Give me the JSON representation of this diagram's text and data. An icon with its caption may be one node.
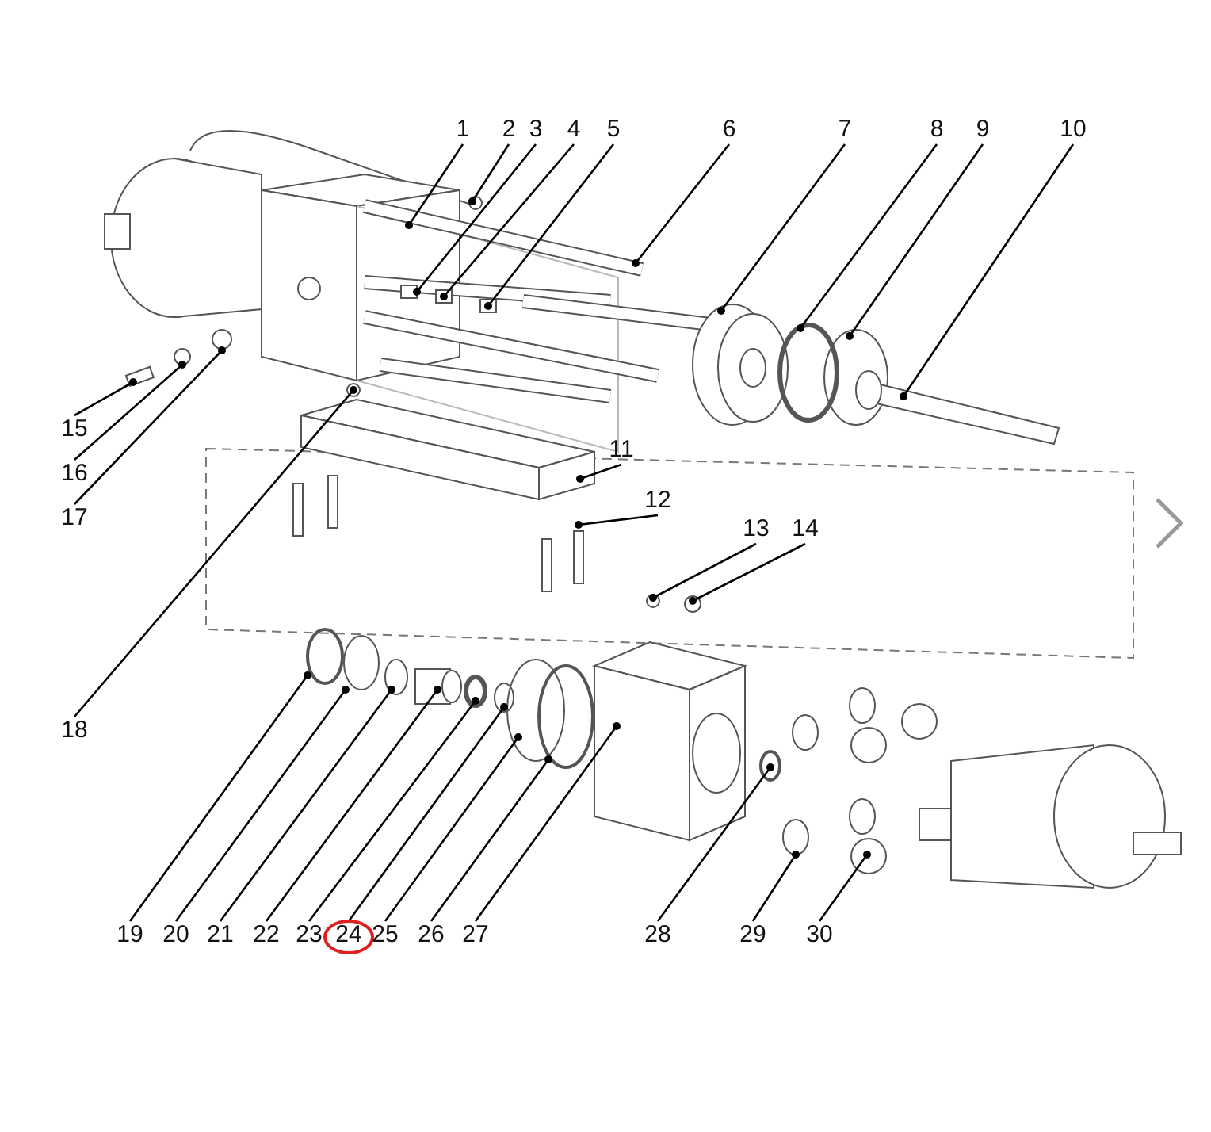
{
  "diagram": {
    "nodes": [
      {
        "text": [
          "1"
        ]
      },
      {
        "text": [
          "2"
        ]
      },
      {
        "text": [
          "3"
        ]
      },
      {
        "text": [
          "4"
        ]
      },
      {
        "text": [
          "5"
        ]
      },
      {
        "text": [
          "6"
        ]
      },
      {
        "text": [
          "7"
        ]
      },
      {
        "text": [
          "8"
        ]
      },
      {
        "text": [
          "9"
        ]
      },
      {
        "text": [
          "10"
        ]
      },
      {
        "text": [
          "11"
        ]
      },
      {
        "text": [
          "12"
        ]
      },
      {
        "text": [
          "13"
        ]
      },
      {
        "text": [
          "14"
        ]
      },
      {
        "text": [
          "15"
        ]
      },
      {
        "text": [
          "16"
        ]
      },
      {
        "text": [
          "17"
        ]
      },
      {
        "text": [
          "18"
        ]
      },
      {
        "text": [
          "19"
        ]
      },
      {
        "text": [
          "20"
        ]
      },
      {
        "text": [
          "21"
        ]
      },
      {
        "text": [
          "22"
        ]
      },
      {
        "text": [
          "23"
        ]
      },
      {
        "text": [
          "24"
        ]
      },
      {
        "text": [
          "25"
        ]
      },
      {
        "text": [
          "26"
        ]
      },
      {
        "text": [
          "27"
        ]
      },
      {
        "text": [
          "28"
        ]
      },
      {
        "text": [
          "29"
        ]
      },
      {
        "text": [
          "30"
        ]
      }
    ],
    "edges": [
      {
        "from": 0,
        "to": null,
        "arrow": "other"
      },
      {
        "from": 1,
        "to": null,
        "arrow": "other"
      },
      {
        "from": 2,
        "to": null,
        "arrow": "other"
      },
      {
        "from": 3,
        "to": null,
        "arrow": "other"
      },
      {
        "from": 4,
        "to": null,
        "arrow": "other"
      },
      {
        "from": 5,
        "to": null,
        "arrow": "other"
      },
      {
        "from": 6,
        "to": null,
        "arrow": "other"
      },
      {
        "from": 7,
        "to": null,
        "arrow": "other"
      },
      {
        "from": 8,
        "to": null,
        "arrow": "other"
      },
      {
        "from": 9,
        "to": null,
        "arrow": "other"
      },
      {
        "from": 10,
        "to": null,
        "arrow": "other"
      },
      {
        "from": 11,
        "to": null,
        "arrow": "other"
      },
      {
        "from": 12,
        "to": null,
        "arrow": "other"
      },
      {
        "from": 13,
        "to": null,
        "arrow": "other"
      },
      {
        "from": 14,
        "to": null,
        "arrow": "other"
      },
      {
        "from": 15,
        "to": null,
        "arrow": "other"
      },
      {
        "from": 16,
        "to": null,
        "arrow": "other"
      },
      {
        "from": 17,
        "to": null,
        "arrow": "other"
      },
      {
        "from": 18,
        "to": null,
        "arrow": "other"
      },
      {
        "from": 19,
        "to": null,
        "arrow": "other"
      },
      {
        "from": 20,
        "to": null,
        "arrow": "other"
      },
      {
        "from": 21,
        "to": null,
        "arrow": "other"
      },
      {
        "from": 22,
        "to": null,
        "arrow": "other"
      },
      {
        "from": 23,
        "to": null,
        "arrow": "other"
      },
      {
        "from": 24,
        "to": null,
        "arrow": "other"
      },
      {
        "from": 25,
        "to": null,
        "arrow": "other"
      },
      {
        "from": 26,
        "to": null,
        "arrow": "other"
      },
      {
        "from": 27,
        "to": null,
        "arrow": "other"
      },
      {
        "from": 28,
        "to": null,
        "arrow": "other"
      },
      {
        "from": 29,
        "to": null,
        "arrow": "other"
      }
    ]
  }
}
